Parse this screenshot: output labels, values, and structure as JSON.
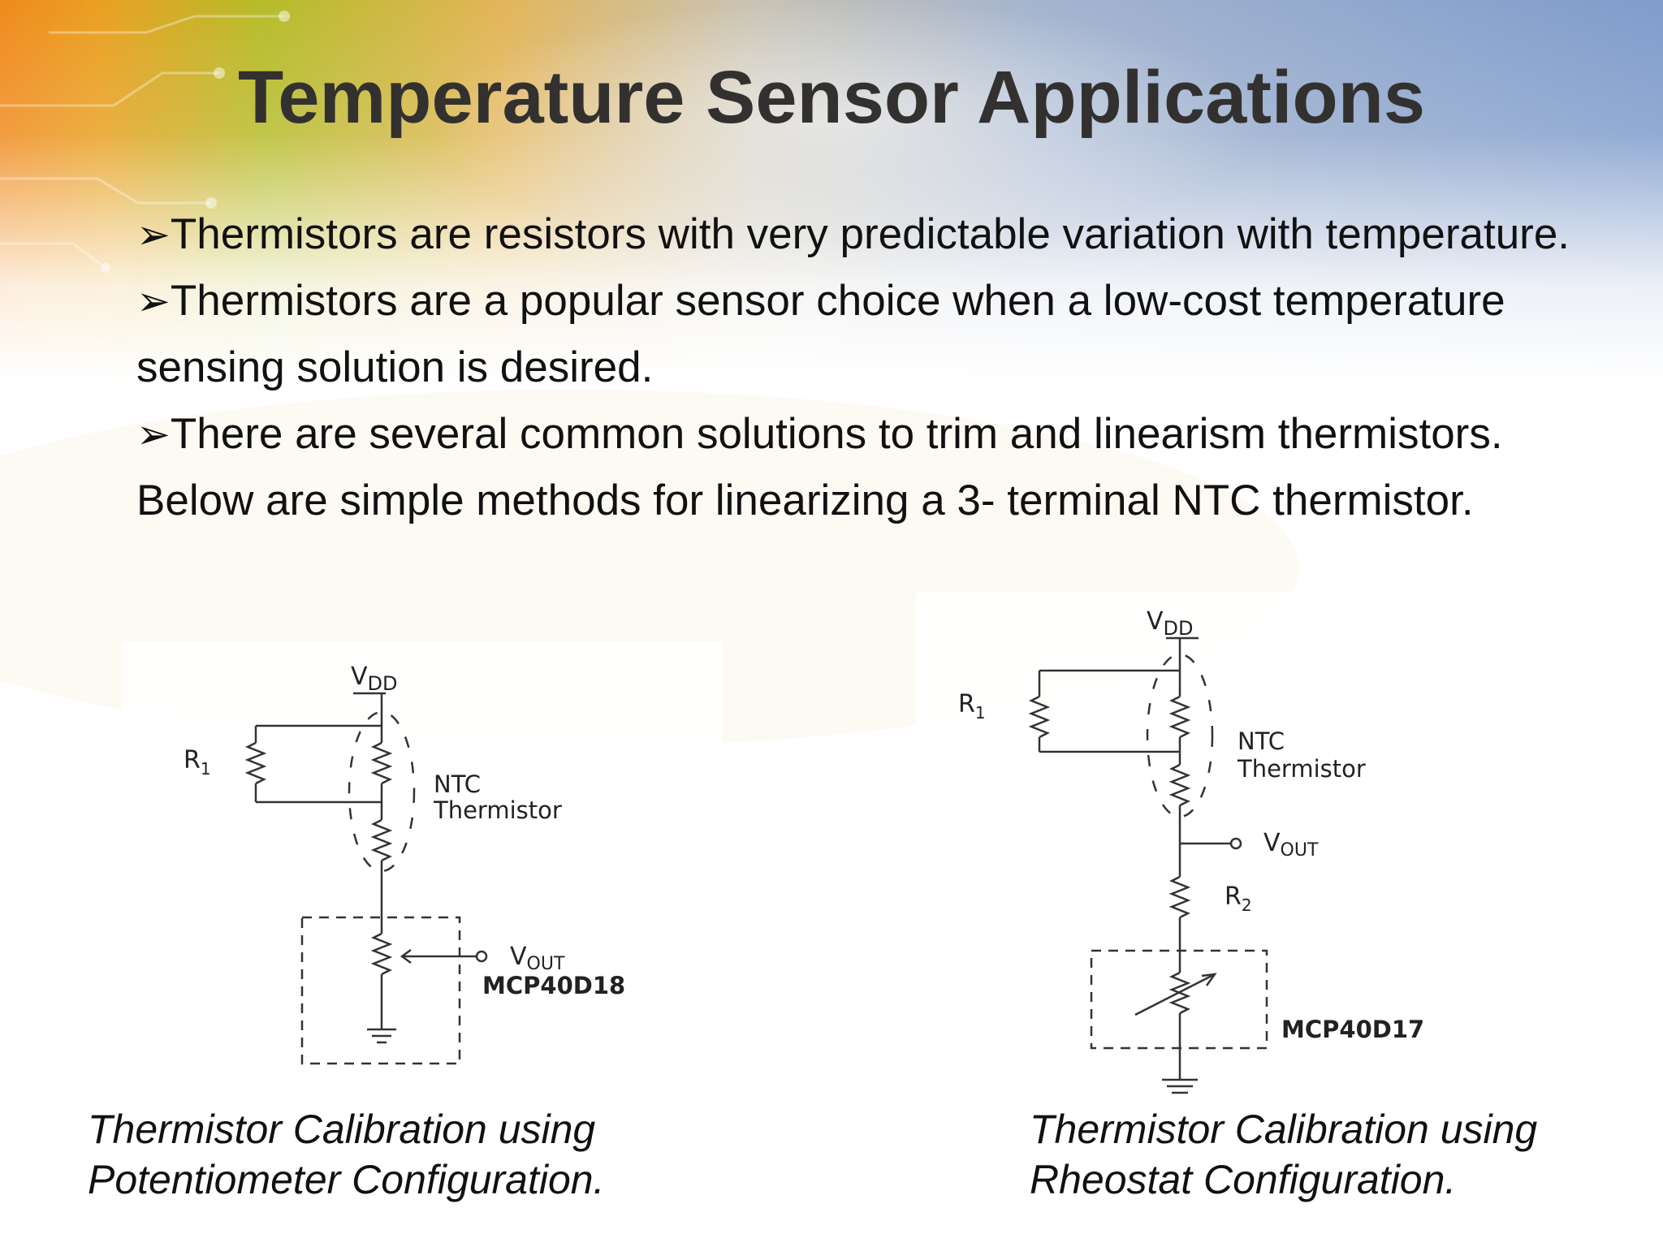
{
  "slide": {
    "title": "Temperature Sensor Applications",
    "bullet_symbol": "➢",
    "bullets": [
      "Thermistors are resistors with very predictable variation with temperature.",
      "Thermistors are a popular sensor choice when a low-cost temperature sensing solution is desired.",
      "There are several common solutions to trim and linearism thermistors. Below are simple methods for linearizing a 3- terminal NTC thermistor."
    ]
  },
  "diagrams": {
    "left": {
      "vdd_main": "V",
      "vdd_sub": "DD",
      "r1_main": "R",
      "r1_sub": "1",
      "ntc_line1": "NTC",
      "ntc_line2": "Thermistor",
      "vout_main": "V",
      "vout_sub": "OUT",
      "part": "MCP40D18"
    },
    "right": {
      "vdd_main": "V",
      "vdd_sub": "DD",
      "r1_main": "R",
      "r1_sub": "1",
      "ntc_line1": "NTC",
      "ntc_line2": "Thermistor",
      "vout_main": "V",
      "vout_sub": "OUT",
      "r2_main": "R",
      "r2_sub": "2",
      "part": "MCP40D17"
    }
  },
  "captions": {
    "left": [
      "Thermistor Calibration using",
      "Potentiometer Configuration."
    ],
    "right": [
      "Thermistor Calibration using",
      "Rheostat Configuration."
    ]
  }
}
